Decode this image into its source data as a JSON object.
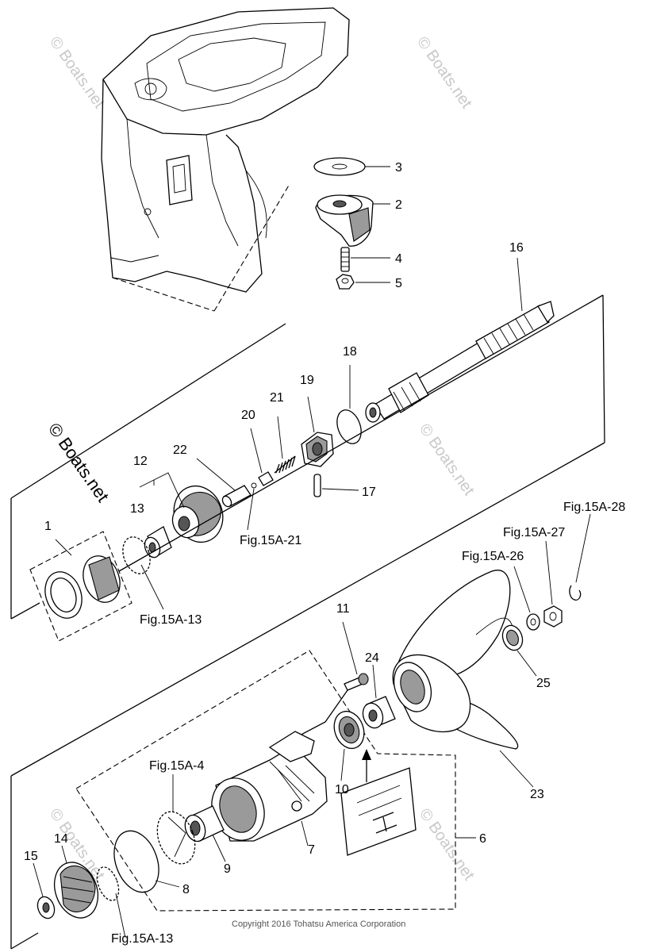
{
  "labels": {
    "p1": "1",
    "p2": "2",
    "p3": "3",
    "p4": "4",
    "p5": "5",
    "p6": "6",
    "p7": "7",
    "p8": "8",
    "p9": "9",
    "p10": "10",
    "p11": "11",
    "p12": "12",
    "p13": "13",
    "p14": "14",
    "p15": "15",
    "p16": "16",
    "p17": "17",
    "p18": "18",
    "p19": "19",
    "p20": "20",
    "p21": "21",
    "p22": "22",
    "p23": "23",
    "p24": "24",
    "p25": "25"
  },
  "refs": {
    "fig_15a_13_top": "Fig.15A-13",
    "fig_15a_13_bottom": "Fig.15A-13",
    "fig_15a_21": "Fig.15A-21",
    "fig_15a_4": "Fig.15A-4",
    "fig_15a_26": "Fig.15A-26",
    "fig_15a_27": "Fig.15A-27",
    "fig_15a_28": "Fig.15A-28"
  },
  "watermark": {
    "text": "© Boats.net",
    "prominent": "© Boats.net"
  },
  "copyright": "Copyright 2016 Tohatsu America Corporation"
}
